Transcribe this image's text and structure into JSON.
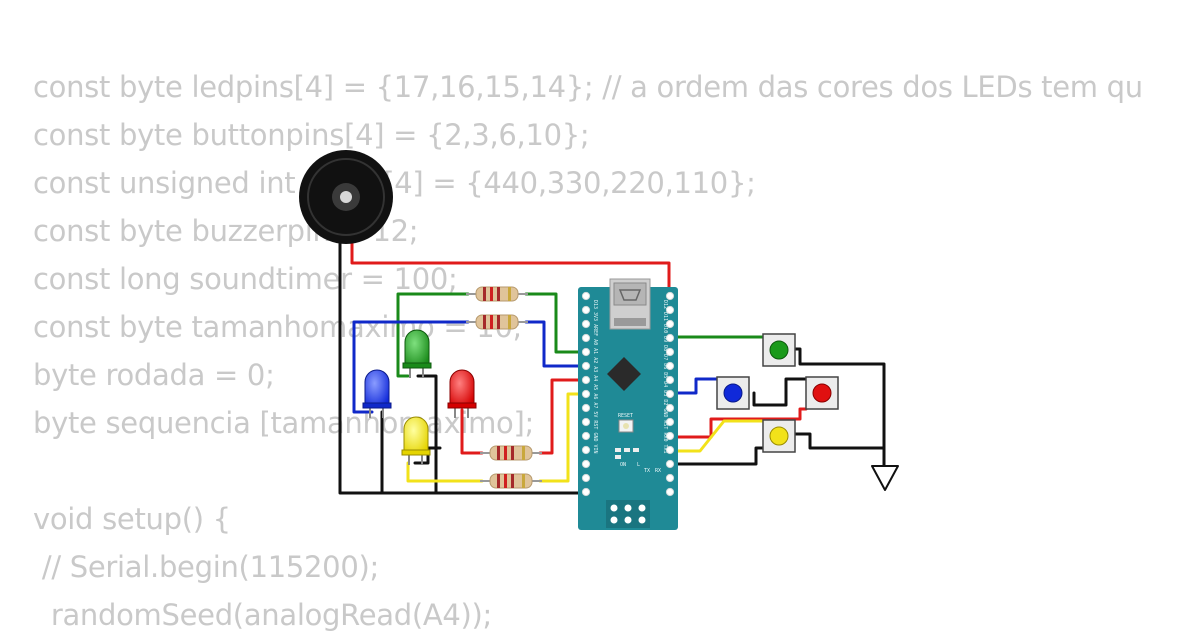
{
  "code": {
    "lines": [
      "const byte ledpins[4] = {17,16,15,14}; // a ordem das cores dos LEDs tem qu",
      "const byte buttonpins[4] = {2,3,6,10};",
      "const unsigned int tones[4] = {440,330,220,110};",
      "const byte buzzerpin = 12;",
      "const long soundtimer = 100;",
      "const byte tamanhomaximo = 10;",
      "byte rodada = 0;",
      "byte sequencia [tamanhomaximo];",
      "",
      "void setup() {",
      " // Serial.begin(115200);",
      "  randomSeed(analogRead(A4));"
    ]
  },
  "arduino": {
    "left_pins": "D13 3V3 AREF A0 A1 A2 A3 A4 A5 A6 A7 5V RST GND VIN",
    "right_pins": "D12 D11 D10 D9 D8 D7 D6 D5 D4 D3 D2 GND RST RX0 TX1",
    "reset_label": "RESET",
    "on_label": "ON",
    "l_label": "L",
    "tx_label": "TX",
    "rx_label": "RX"
  },
  "colors": {
    "board": "#1f8a96",
    "wire_red": "#e01b1b",
    "wire_green": "#1a8a1a",
    "wire_blue": "#1029c9",
    "wire_yellow": "#f2e21a",
    "wire_black": "#111111",
    "code_text": "#c9c9c9"
  }
}
